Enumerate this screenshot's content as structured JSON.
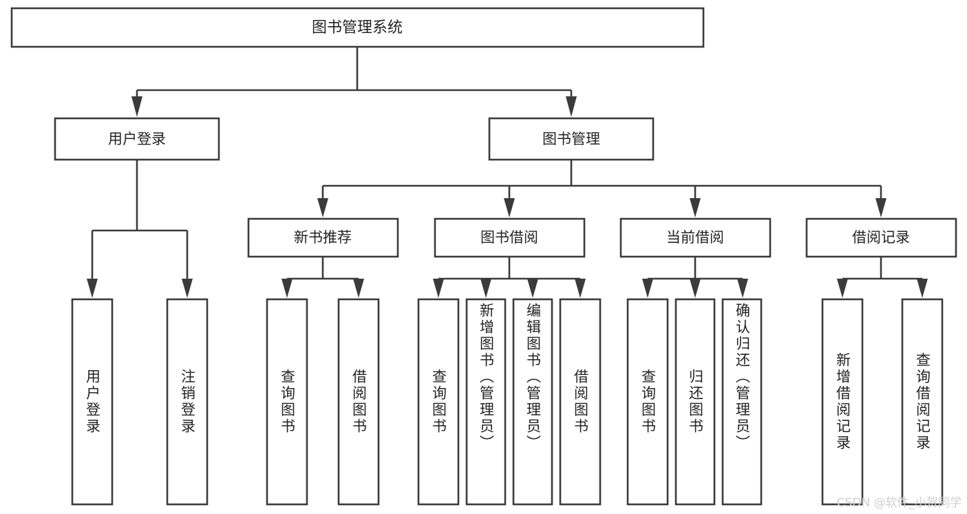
{
  "diagram": {
    "title": "图书管理系统",
    "type": "hierarchy-tree",
    "root": {
      "label": "图书管理系统"
    },
    "level2": [
      {
        "id": "user-login",
        "label": "用户登录"
      },
      {
        "id": "book-manage",
        "label": "图书管理"
      }
    ],
    "level3": [
      {
        "id": "new-book-rec",
        "label": "新书推荐",
        "parent": "book-manage"
      },
      {
        "id": "book-borrow",
        "label": "图书借阅",
        "parent": "book-manage"
      },
      {
        "id": "current-borrow",
        "label": "当前借阅",
        "parent": "book-manage"
      },
      {
        "id": "borrow-record",
        "label": "借阅记录",
        "parent": "book-manage"
      }
    ],
    "leaves": [
      {
        "id": "leaf-user-login",
        "label": "用户登录",
        "parent": "user-login"
      },
      {
        "id": "leaf-user-logout",
        "label": "注销登录",
        "parent": "user-login"
      },
      {
        "id": "leaf-query-book-1",
        "label": "查询图书",
        "parent": "new-book-rec"
      },
      {
        "id": "leaf-borrow-book-1",
        "label": "借阅图书",
        "parent": "new-book-rec"
      },
      {
        "id": "leaf-query-book-2",
        "label": "查询图书",
        "parent": "book-borrow"
      },
      {
        "id": "leaf-add-book",
        "label": "新增图书（管理员）",
        "parent": "book-borrow"
      },
      {
        "id": "leaf-edit-book",
        "label": "编辑图书（管理员）",
        "parent": "book-borrow"
      },
      {
        "id": "leaf-borrow-book-2",
        "label": "借阅图书",
        "parent": "book-borrow"
      },
      {
        "id": "leaf-query-book-3",
        "label": "查询图书",
        "parent": "current-borrow"
      },
      {
        "id": "leaf-return-book",
        "label": "归还图书",
        "parent": "current-borrow"
      },
      {
        "id": "leaf-confirm-return",
        "label": "确认归还（管理员）",
        "parent": "current-borrow"
      },
      {
        "id": "leaf-add-record",
        "label": "新增借阅记录",
        "parent": "borrow-record"
      },
      {
        "id": "leaf-query-record",
        "label": "查询借阅记录",
        "parent": "borrow-record"
      }
    ],
    "colors": {
      "stroke": "#3b3b3b",
      "fill": "#ffffff",
      "text": "#232323",
      "watermark": "#cfcfcf"
    }
  },
  "watermark": {
    "text": "CSDN @软件_小贺同学"
  }
}
